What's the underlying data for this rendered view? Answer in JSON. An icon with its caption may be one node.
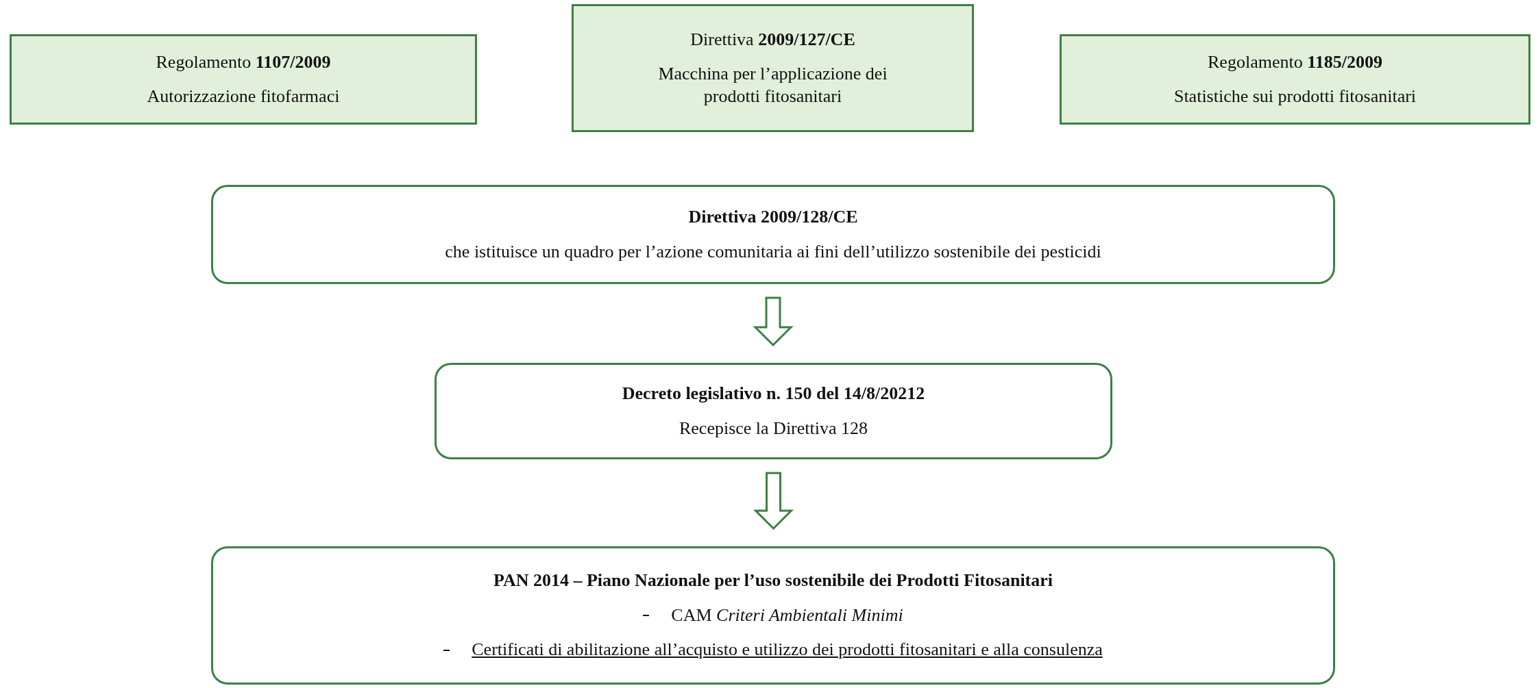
{
  "diagram": {
    "nodes": [
      {
        "text": [
          "Regolamento **1107/2009**",
          "Autorizzazione fitofarmaci"
        ]
      },
      {
        "text": [
          "Direttiva **2009/127/CE**",
          "Macchina per l’applicazione dei prodotti fitosanitari"
        ]
      },
      {
        "text": [
          "Regolamento **1185/2009**",
          "Statistiche sui prodotti fitosanitari"
        ]
      },
      {
        "text": [
          "Direttiva 2009/128/CE",
          "che istituisce un quadro per l’azione comunitaria ai fini dell’utilizzo sostenibile dei pesticidi"
        ]
      },
      {
        "text": [
          "Decreto legislativo n. 150 del 14/8/20212",
          "Recepisce la Direttiva 128"
        ]
      },
      {
        "text": [
          "PAN 2014 – Piano Nazionale per l’uso sostenibile dei Prodotti Fitosanitari",
          "CAM *Criteri Ambientali Minimi*",
          "Certificati di abilitazione all’acquisto e utilizzo dei prodotti fitosanitari e alla consulenza"
        ]
      }
    ],
    "edges": [
      {
        "from": 3,
        "to": 4,
        "arrow": "to"
      },
      {
        "from": 4,
        "to": 5,
        "arrow": "to"
      }
    ]
  }
}
